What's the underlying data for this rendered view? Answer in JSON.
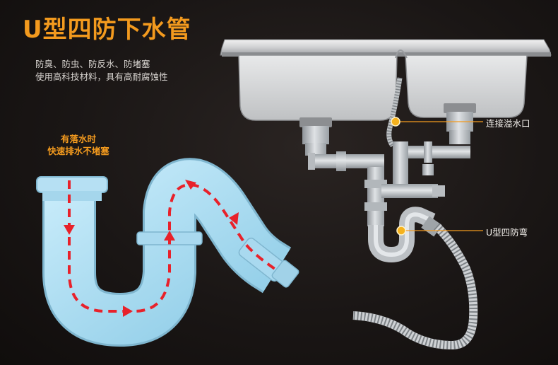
{
  "title": "U型四防下水管",
  "features": {
    "line1": "防臭、防虫、防反水、防堵塞",
    "line2": "使用高科技材料，具有高耐腐蚀性"
  },
  "flow_note": {
    "line1": "有落水时",
    "line2": "快速排水不堵塞"
  },
  "callouts": {
    "overflow": "连接溢水口",
    "ubend": "U型四防弯"
  },
  "colors": {
    "accent": "#f39a1e",
    "arrow": "#e8212a",
    "pipe_blue": "#a9d9ef",
    "background": "#1a1615"
  }
}
